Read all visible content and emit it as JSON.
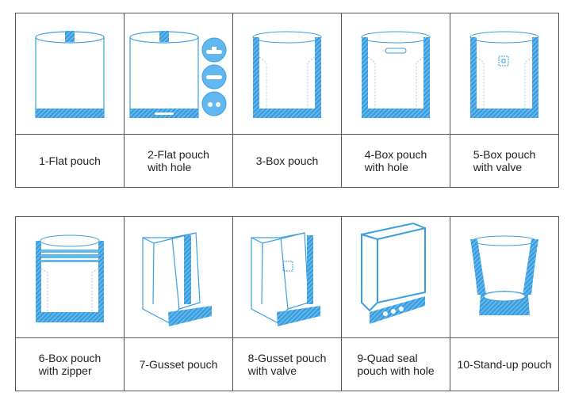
{
  "colors": {
    "accent": "#3a9fe0",
    "line": "#3a9fe0",
    "border": "#555555"
  },
  "rows": [
    {
      "items": [
        {
          "label": "1-Flat pouch",
          "icon": "flat-pouch-icon"
        },
        {
          "label": "2-Flat pouch\nwith hole",
          "icon": "flat-pouch-hole-icon"
        },
        {
          "label": "3-Box pouch",
          "icon": "box-pouch-icon"
        },
        {
          "label": "4-Box pouch\nwith hole",
          "icon": "box-pouch-hole-icon"
        },
        {
          "label": "5-Box pouch\nwith valve",
          "icon": "box-pouch-valve-icon"
        }
      ]
    },
    {
      "items": [
        {
          "label": "6-Box pouch\nwith zipper",
          "icon": "box-pouch-zipper-icon"
        },
        {
          "label": "7-Gusset pouch",
          "icon": "gusset-pouch-icon"
        },
        {
          "label": "8-Gusset pouch\nwith valve",
          "icon": "gusset-pouch-valve-icon"
        },
        {
          "label": "9-Quad seal\npouch with hole",
          "icon": "quad-seal-pouch-icon"
        },
        {
          "label": "10-Stand-up pouch",
          "icon": "stand-up-pouch-icon"
        }
      ]
    }
  ]
}
